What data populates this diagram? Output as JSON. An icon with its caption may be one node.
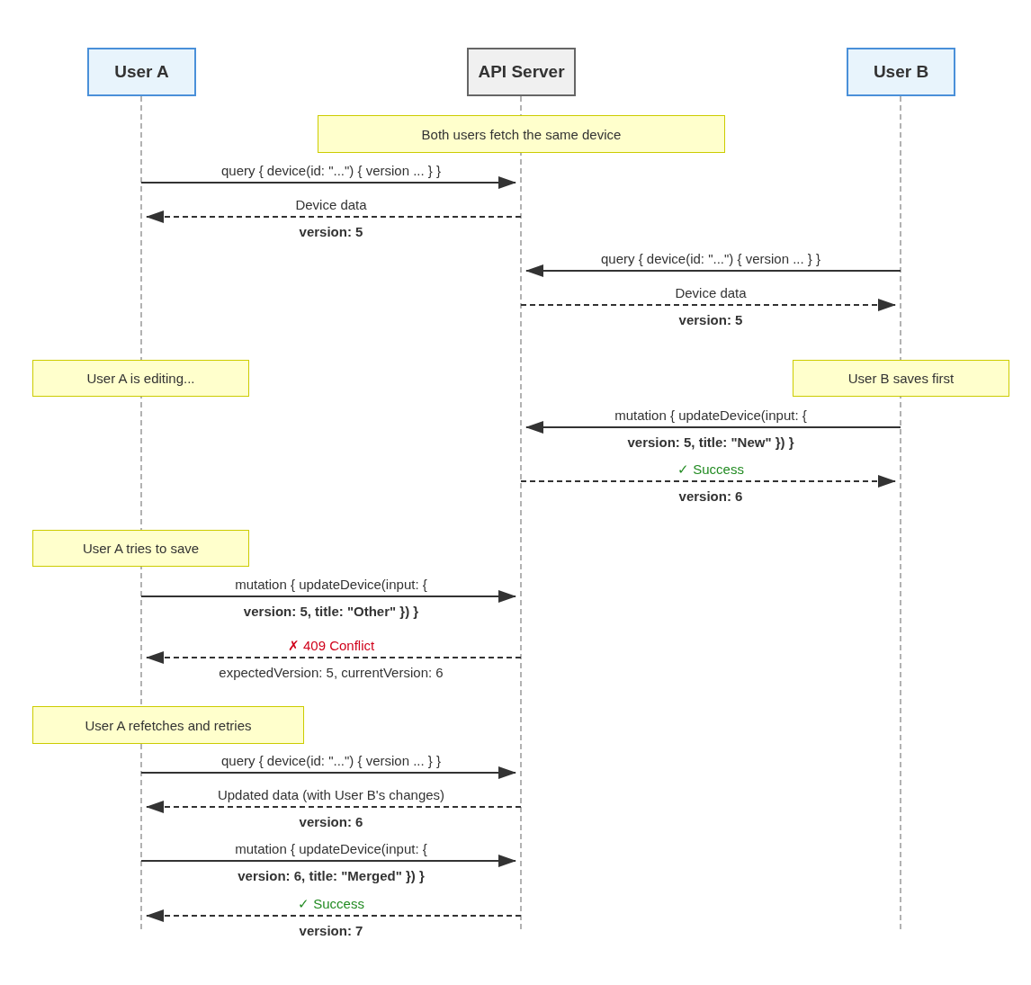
{
  "diagram": {
    "nodes": [
      {
        "text": [
          "User A"
        ]
      },
      {
        "text": [
          "API Server"
        ]
      },
      {
        "text": [
          "User B"
        ]
      },
      {
        "text": [
          "Both users fetch the same device"
        ]
      },
      {
        "text": [
          "User A is editing..."
        ]
      },
      {
        "text": [
          "User B saves first"
        ]
      },
      {
        "text": [
          "User A tries to save"
        ]
      },
      {
        "text": [
          "User A refetches and retries"
        ]
      }
    ],
    "edges": [
      {
        "from": 0,
        "to": 1,
        "arrow": "to",
        "label": "query { device(id: \"...\") { version ... } }"
      },
      {
        "from": 1,
        "to": 0,
        "arrow": "to",
        "style": "dashed",
        "label": "Device data **version: 5**"
      },
      {
        "from": 2,
        "to": 1,
        "arrow": "to",
        "label": "query { device(id: \"...\") { version ... } }"
      },
      {
        "from": 1,
        "to": 2,
        "arrow": "to",
        "style": "dashed",
        "label": "Device data **version: 5**"
      },
      {
        "from": 2,
        "to": 1,
        "arrow": "to",
        "label": "mutation { updateDevice(input: { **version: 5, title: \"New\" }) }**"
      },
      {
        "from": 1,
        "to": 2,
        "arrow": "to",
        "style": "dashed",
        "label": "✓ Success **version: 6**"
      },
      {
        "from": 0,
        "to": 1,
        "arrow": "to",
        "label": "mutation { updateDevice(input: { **version: 5, title: \"Other\" }) }**"
      },
      {
        "from": 1,
        "to": 0,
        "arrow": "to",
        "style": "dashed",
        "label": "✗ 409 Conflict"
      },
      {
        "from": 0,
        "to": 1,
        "arrow": "to",
        "label": "query { device(id: \"...\") { version ... } }"
      },
      {
        "from": 1,
        "to": 0,
        "arrow": "to",
        "style": "dashed",
        "label": "Updated data (with User B's changes) **version: 6**"
      },
      {
        "from": 0,
        "to": 1,
        "arrow": "to",
        "label": "mutation { updateDevice(input: { **version: 6, title: \"Merged\" }) }**"
      },
      {
        "from": 1,
        "to": 0,
        "arrow": "to",
        "style": "dashed",
        "label": "✓ Success **version: 7**"
      }
    ],
    "labels": [
      "expectedVersion: 5, currentVersion: 6"
    ]
  }
}
